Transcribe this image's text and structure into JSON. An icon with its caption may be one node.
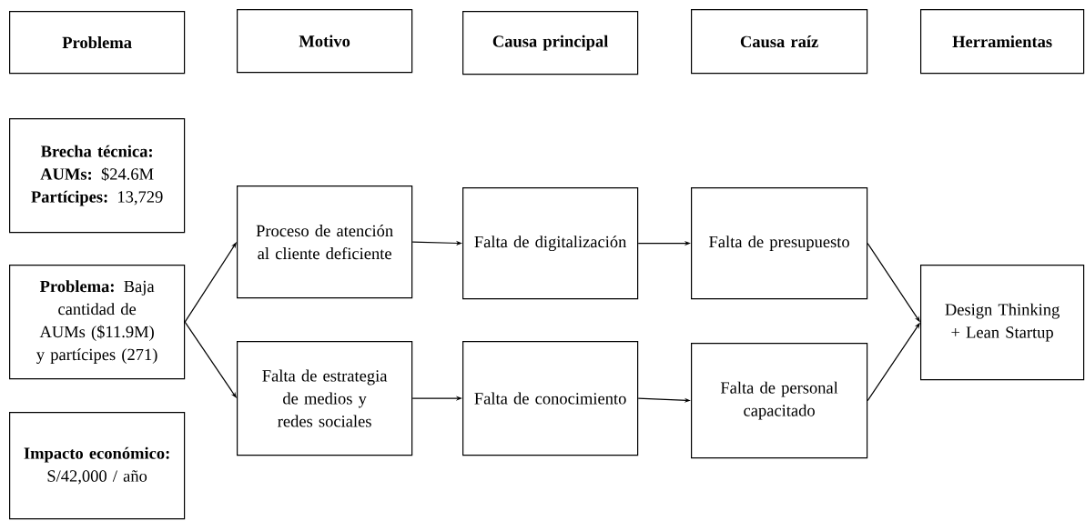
{
  "diagram": {
    "nodes": [
      {
        "text": [
          "Problema"
        ]
      },
      {
        "text": [
          "Motivo"
        ]
      },
      {
        "text": [
          "Causa principal"
        ]
      },
      {
        "text": [
          "Causa raíz"
        ]
      },
      {
        "text": [
          "Herramientas"
        ]
      },
      {
        "text": [
          "Brecha técnica:",
          "**AUMs:** $24.6M",
          "**Partícipes:** 13,729"
        ]
      },
      {
        "text": [
          "**Problema:** Baja cantidad de AUMs ($11.9M) y partícipes (271)"
        ]
      },
      {
        "text": [
          "Impacto económico:",
          "S/42,000 / año"
        ]
      },
      {
        "text": [
          "Proceso de atención al cliente deficiente"
        ]
      },
      {
        "text": [
          "Falta de estrategia de medios y redes sociales"
        ]
      },
      {
        "text": [
          "Falta de digitalización"
        ]
      },
      {
        "text": [
          "Falta de conocimiento"
        ]
      },
      {
        "text": [
          "Falta de presupuesto"
        ]
      },
      {
        "text": [
          "Falta de personal capacitado"
        ]
      },
      {
        "text": [
          "Design Thinking + Lean Startup"
        ]
      }
    ],
    "edges": [
      {
        "from": 6,
        "to": 8,
        "arrow": "to"
      },
      {
        "from": 6,
        "to": 9,
        "arrow": "to"
      },
      {
        "from": 8,
        "to": 10,
        "arrow": "to"
      },
      {
        "from": 10,
        "to": 12,
        "arrow": "to"
      },
      {
        "from": 9,
        "to": 11,
        "arrow": "to"
      },
      {
        "from": 11,
        "to": 13,
        "arrow": "to"
      },
      {
        "from": 12,
        "to": 14,
        "arrow": "to"
      },
      {
        "from": 13,
        "to": 14,
        "arrow": "to"
      }
    ]
  }
}
